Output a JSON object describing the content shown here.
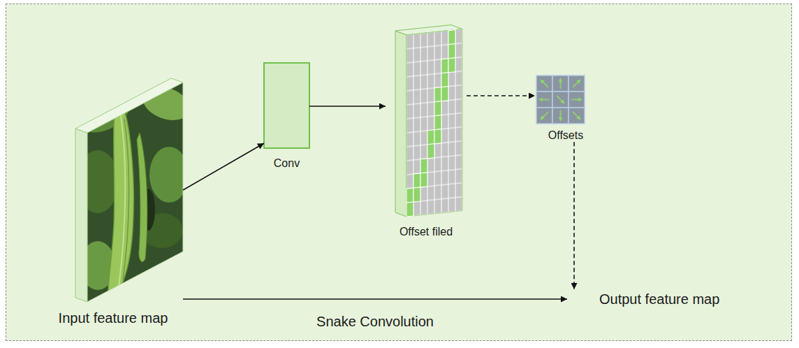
{
  "diagram": {
    "nodes": [
      {
        "text": [
          "Input feature map"
        ]
      },
      {
        "text": [
          "Conv"
        ]
      },
      {
        "text": [
          "Offset filed"
        ]
      },
      {
        "text": [
          "Offsets"
        ]
      },
      {
        "text": [
          "Output feature map"
        ]
      }
    ],
    "edges": [
      {
        "from": 0,
        "to": 1,
        "arrow": "to"
      },
      {
        "from": 1,
        "to": 2,
        "arrow": "to"
      },
      {
        "from": 2,
        "to": 3,
        "arrow": "to"
      },
      {
        "from": 3,
        "to": 4,
        "arrow": "to"
      },
      {
        "from": 0,
        "to": 4,
        "arrow": "to",
        "label": "Snake Convolution"
      }
    ]
  }
}
